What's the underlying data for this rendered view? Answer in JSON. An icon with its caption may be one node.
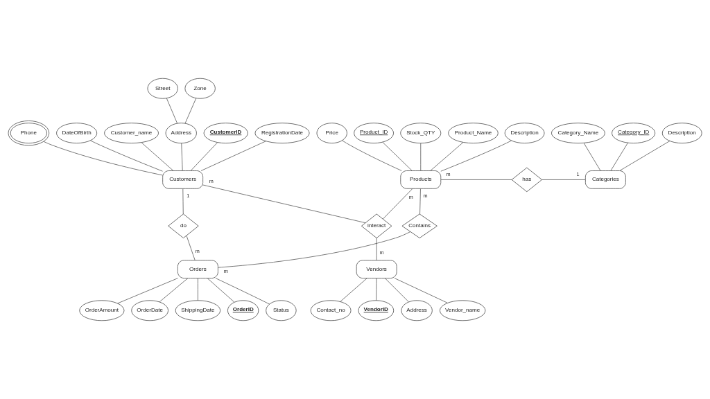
{
  "diagram": {
    "nodes": [
      {
        "text": [
          "Phone"
        ]
      },
      {
        "text": [
          "Street"
        ]
      },
      {
        "text": [
          "DateOfBirth"
        ]
      },
      {
        "text": [
          "Zone"
        ]
      },
      {
        "text": [
          "Customer_name"
        ]
      },
      {
        "text": [
          "Address"
        ]
      },
      {
        "text": [
          "CustomerID"
        ]
      },
      {
        "text": [
          "RegistrationDate"
        ]
      },
      {
        "text": [
          "Customers"
        ]
      },
      {
        "text": [
          "Product_Name"
        ]
      },
      {
        "text": [
          "Description"
        ]
      },
      {
        "text": [
          "Price"
        ]
      },
      {
        "text": [
          "Product_ID"
        ]
      },
      {
        "text": [
          "Stock_QTY"
        ]
      },
      {
        "text": [
          "Products"
        ]
      },
      {
        "text": [
          "Category_Name"
        ]
      },
      {
        "text": [
          "Category_ID"
        ]
      },
      {
        "text": [
          "Description"
        ]
      },
      {
        "text": [
          "has"
        ]
      },
      {
        "text": [
          "Categories"
        ]
      },
      {
        "text": [
          "do"
        ]
      },
      {
        "text": [
          "Contains"
        ]
      },
      {
        "text": [
          "interact"
        ]
      },
      {
        "text": [
          "Orders"
        ]
      },
      {
        "text": [
          "Vendors"
        ]
      },
      {
        "text": [
          "OrderID"
        ]
      },
      {
        "text": [
          "VendorID"
        ]
      },
      {
        "text": [
          "Status"
        ]
      },
      {
        "text": [
          "Address"
        ]
      },
      {
        "text": [
          "OrderAmount"
        ]
      },
      {
        "text": [
          "OrderDate"
        ]
      },
      {
        "text": [
          "Vendor_name"
        ]
      },
      {
        "text": [
          "Contact_no"
        ]
      },
      {
        "text": [
          "ShippingDate"
        ]
      }
    ],
    "edges": [
      {
        "from": 6,
        "to": 8,
        "arrow": "none"
      },
      {
        "from": 4,
        "to": 8,
        "arrow": "none"
      },
      {
        "from": 2,
        "to": 8,
        "arrow": "none"
      },
      {
        "from": 0,
        "to": 8,
        "arrow": "none"
      },
      {
        "from": 5,
        "to": 8,
        "arrow": "none"
      },
      {
        "from": 1,
        "to": 5,
        "arrow": "none"
      },
      {
        "from": 3,
        "to": 5,
        "arrow": "none"
      },
      {
        "from": 7,
        "to": 8,
        "arrow": "none"
      },
      {
        "from": 12,
        "to": 14,
        "arrow": "none"
      },
      {
        "from": 9,
        "to": 14,
        "arrow": "none"
      },
      {
        "from": 10,
        "to": 14,
        "arrow": "none"
      },
      {
        "from": 11,
        "to": 14,
        "arrow": "none"
      },
      {
        "from": 13,
        "to": 14,
        "arrow": "none"
      },
      {
        "from": 16,
        "to": 19,
        "arrow": "none"
      },
      {
        "from": 15,
        "to": 19,
        "arrow": "none"
      },
      {
        "from": 17,
        "to": 19,
        "arrow": "none"
      },
      {
        "from": 14,
        "to": 18,
        "arrow": "none",
        "label": "m"
      },
      {
        "from": 18,
        "to": 19,
        "arrow": "none",
        "label": "1"
      },
      {
        "from": 8,
        "to": 20,
        "arrow": "none",
        "label": "1"
      },
      {
        "from": 20,
        "to": 23,
        "arrow": "none",
        "label": "m"
      },
      {
        "from": 14,
        "to": 21,
        "arrow": "none",
        "label": "m"
      },
      {
        "from": 21,
        "to": 23,
        "arrow": "none",
        "label": "m"
      },
      {
        "from": 8,
        "to": 22,
        "arrow": "none",
        "label": "m"
      },
      {
        "from": 14,
        "to": 22,
        "arrow": "none",
        "label": "m"
      },
      {
        "from": 22,
        "to": 24,
        "arrow": "none",
        "label": "m"
      },
      {
        "from": 23,
        "to": 25,
        "arrow": "none"
      },
      {
        "from": 23,
        "to": 30,
        "arrow": "none"
      },
      {
        "from": 23,
        "to": 33,
        "arrow": "none"
      },
      {
        "from": 23,
        "to": 29,
        "arrow": "none"
      },
      {
        "from": 23,
        "to": 27,
        "arrow": "none"
      },
      {
        "from": 24,
        "to": 26,
        "arrow": "none"
      },
      {
        "from": 24,
        "to": 31,
        "arrow": "none"
      },
      {
        "from": 24,
        "to": 32,
        "arrow": "none"
      },
      {
        "from": 24,
        "to": 28,
        "arrow": "none"
      }
    ]
  }
}
